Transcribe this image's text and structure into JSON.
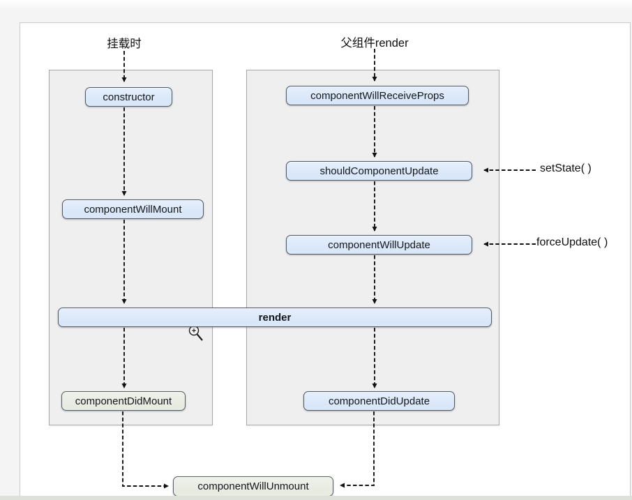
{
  "diagram": {
    "columns": [
      {
        "id": "mount",
        "label": "挂载时"
      },
      {
        "id": "parent-render",
        "label": "父组件render"
      }
    ],
    "nodes": {
      "ctor": "constructor",
      "will_mount": "componentWillMount",
      "did_mount": "componentDidMount",
      "will_receive_props": "componentWillReceiveProps",
      "should_update": "shouldComponentUpdate",
      "will_update": "componentWillUpdate",
      "did_update": "componentDidUpdate",
      "render": "render",
      "will_unmount": "componentWillUnmount"
    },
    "annotations": {
      "set_state": "setState( )",
      "force_update": "forceUpdate( )"
    },
    "icons": {
      "cursor": "zoom-in-magnifier-cursor"
    },
    "colors": {
      "blue_node_bg": "#d9e7f8",
      "green_node_bg": "#e7ebe2",
      "node_border": "#4e5a66",
      "container_bg": "#efefef",
      "container_border": "#a8a8a8",
      "panel_bg": "#ffffff",
      "arrow": "#111111"
    }
  }
}
